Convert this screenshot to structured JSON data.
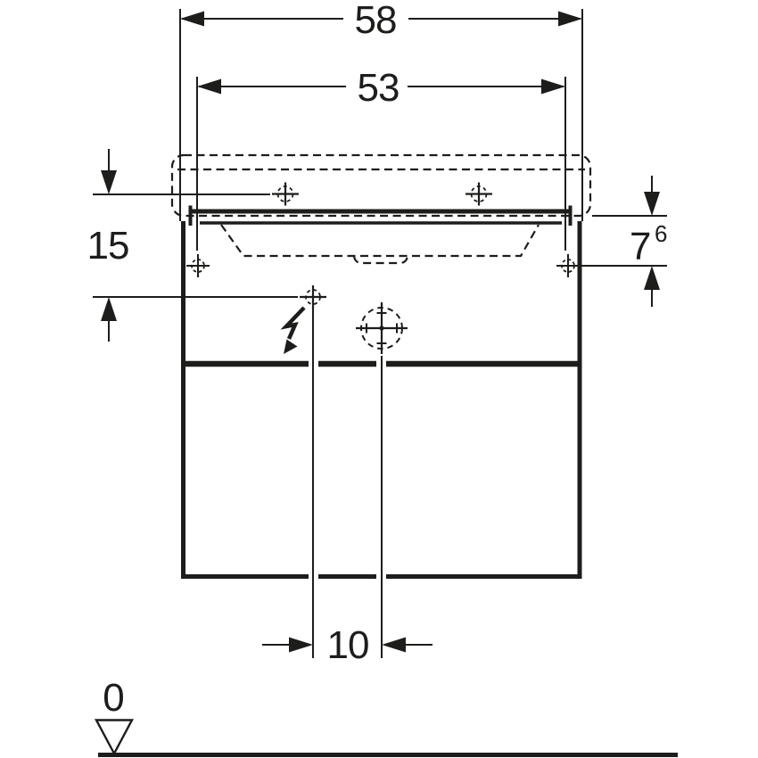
{
  "drawing": {
    "type": "technical-installation-diagram",
    "subject": "washbasin-cabinet-front-view",
    "colors": {
      "line": "#1d1d1b",
      "background": "#ffffff"
    },
    "dimensions": {
      "overall_width": "58",
      "fixing_width": "53",
      "left_height": "15",
      "right_height": "7",
      "right_height_sup": "6",
      "outlet_offset": "10",
      "datum_level": "0"
    },
    "symbols": {
      "upper_fixing_point": "crosshair-icon",
      "lower_fixing_point": "crosshair-icon",
      "water_connection_target": "drill-target-icon",
      "electrical_connection": "lightning-arrow-icon",
      "datum_marker": "datum-triangle-icon"
    }
  }
}
